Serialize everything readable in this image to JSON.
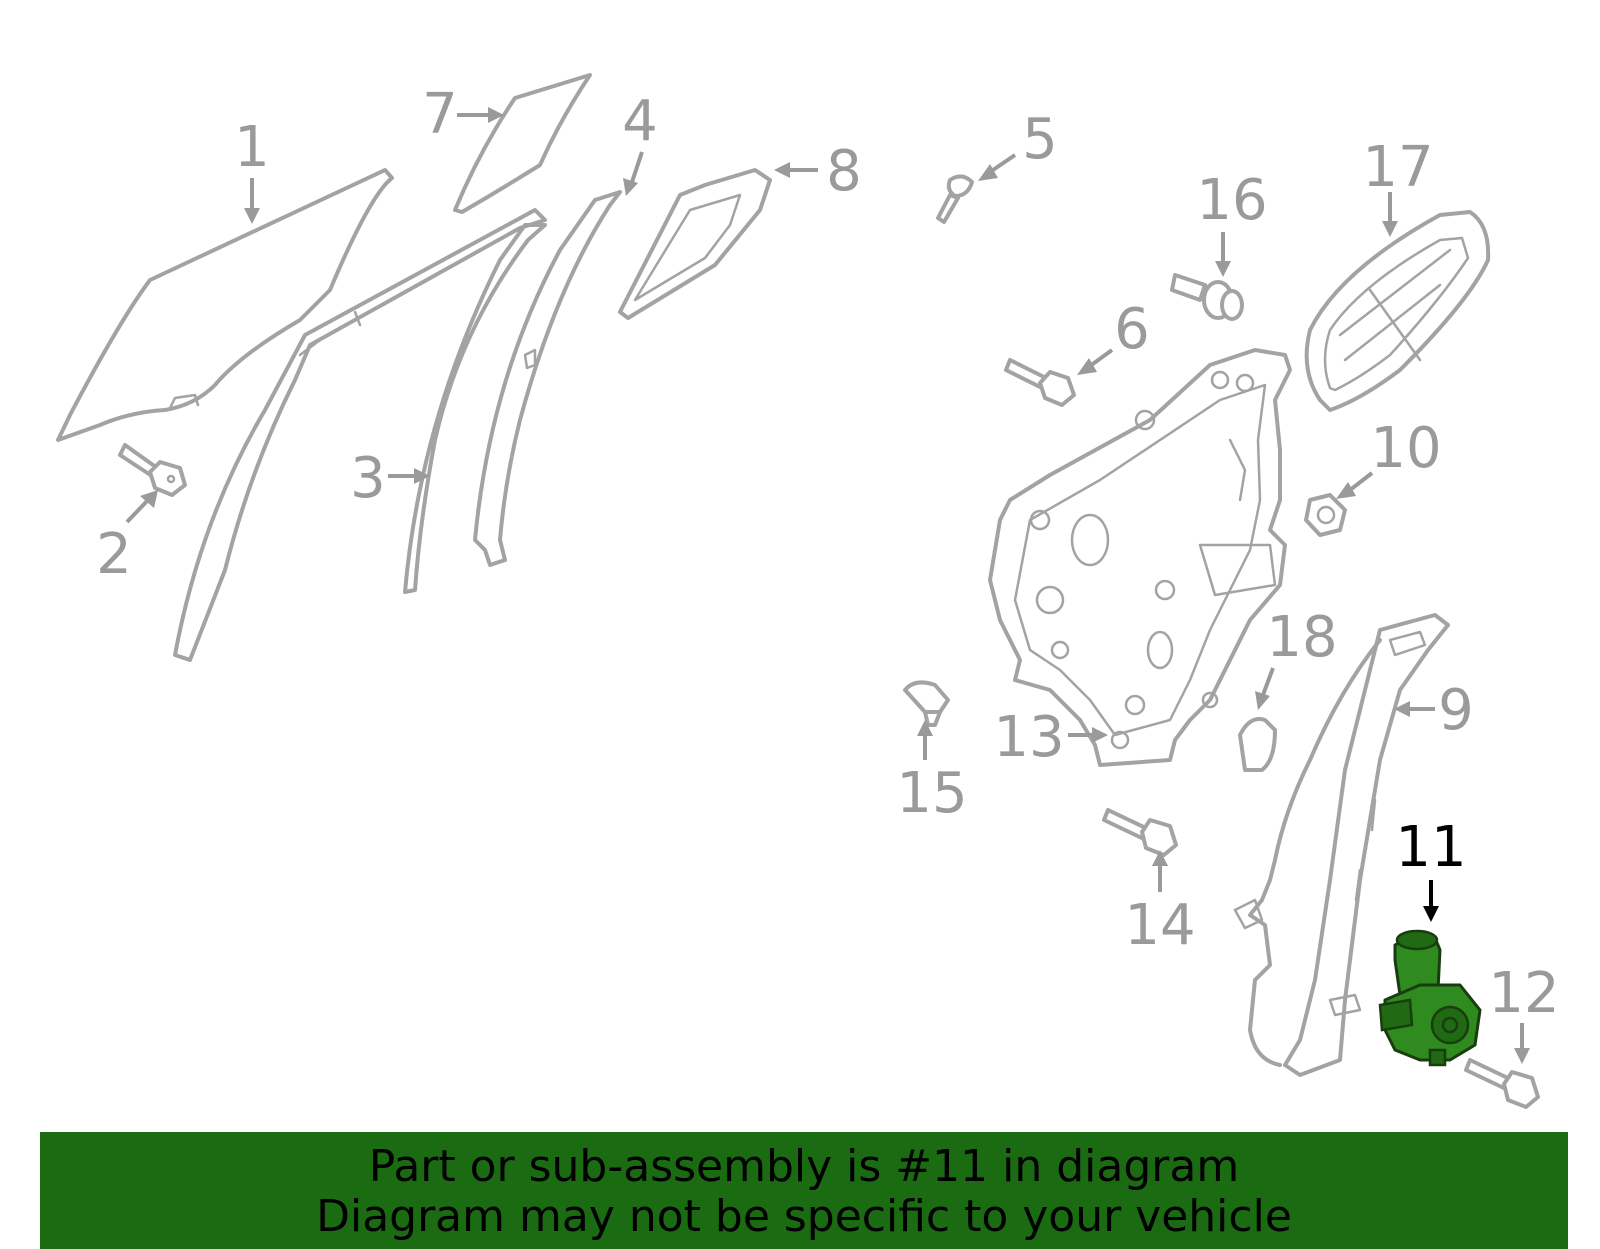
{
  "callouts": [
    {
      "id": "1",
      "label": "1",
      "highlighted": false
    },
    {
      "id": "2",
      "label": "2",
      "highlighted": false
    },
    {
      "id": "3",
      "label": "3",
      "highlighted": false
    },
    {
      "id": "4",
      "label": "4",
      "highlighted": false
    },
    {
      "id": "5",
      "label": "5",
      "highlighted": false
    },
    {
      "id": "6",
      "label": "6",
      "highlighted": false
    },
    {
      "id": "7",
      "label": "7",
      "highlighted": false
    },
    {
      "id": "8",
      "label": "8",
      "highlighted": false
    },
    {
      "id": "9",
      "label": "9",
      "highlighted": false
    },
    {
      "id": "10",
      "label": "10",
      "highlighted": false
    },
    {
      "id": "11",
      "label": "11",
      "highlighted": true
    },
    {
      "id": "12",
      "label": "12",
      "highlighted": false
    },
    {
      "id": "13",
      "label": "13",
      "highlighted": false
    },
    {
      "id": "14",
      "label": "14",
      "highlighted": false
    },
    {
      "id": "15",
      "label": "15",
      "highlighted": false
    },
    {
      "id": "16",
      "label": "16",
      "highlighted": false
    },
    {
      "id": "17",
      "label": "17",
      "highlighted": false
    },
    {
      "id": "18",
      "label": "18",
      "highlighted": false
    }
  ],
  "highlight_part": "11",
  "colors": {
    "outline": "#a3a3a3",
    "callout_text": "#9a9a9a",
    "highlight_text": "#000000",
    "highlight_part": "#2f8a1f",
    "footer_background": "#1a6b12",
    "footer_text": "#000000"
  },
  "footer": {
    "line1": "Part or sub-assembly is #11 in diagram",
    "line2": "Diagram may not be specific to your vehicle"
  }
}
